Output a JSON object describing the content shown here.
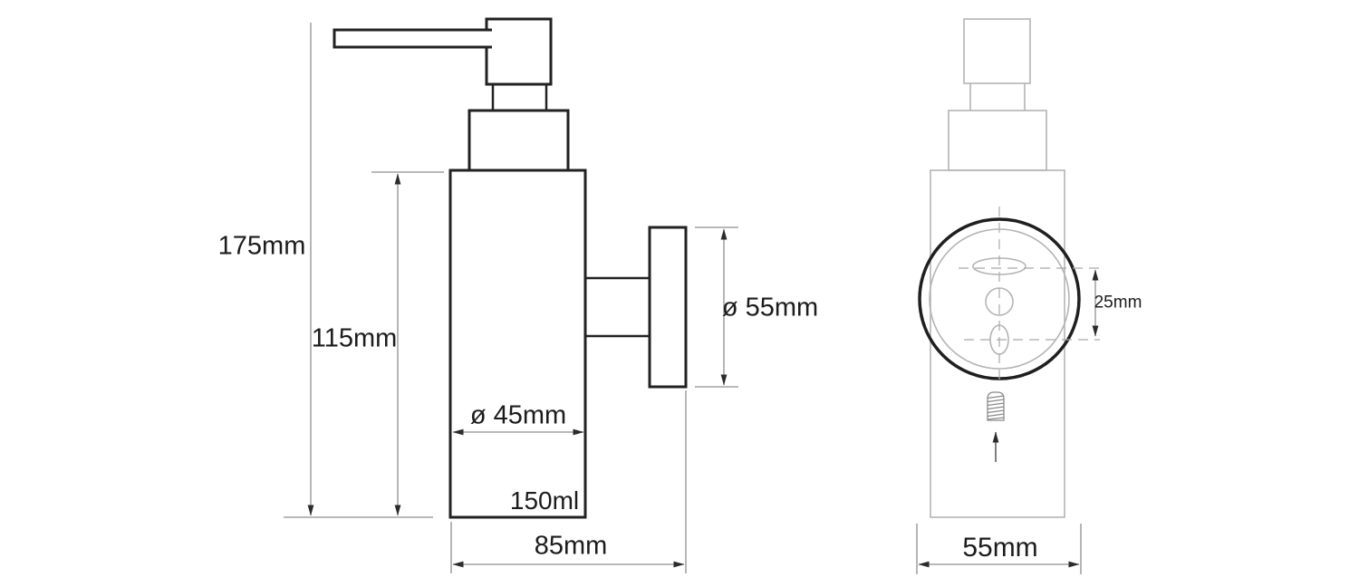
{
  "page": {
    "background": "#ffffff"
  },
  "diagram": {
    "type": "technical-drawing",
    "subject": "wall-mounted soap dispenser, side view and front view",
    "colors": {
      "outline_dark": "#222222",
      "outline_light": "#b4b4b4",
      "dimension_line": "#8f8f8f",
      "centerline": "#a9a9a9",
      "arrowhead": "#2b2b2b"
    },
    "side_view": {
      "dim_total_height": "175mm",
      "dim_body_height": "115mm",
      "dim_body_diameter": "ø 45mm",
      "capacity_label": "150ml",
      "dim_total_depth": "85mm",
      "dim_plate_diameter": "ø 55mm"
    },
    "front_view": {
      "dim_hole_spacing": "25mm",
      "dim_plate_width": "55mm"
    }
  }
}
